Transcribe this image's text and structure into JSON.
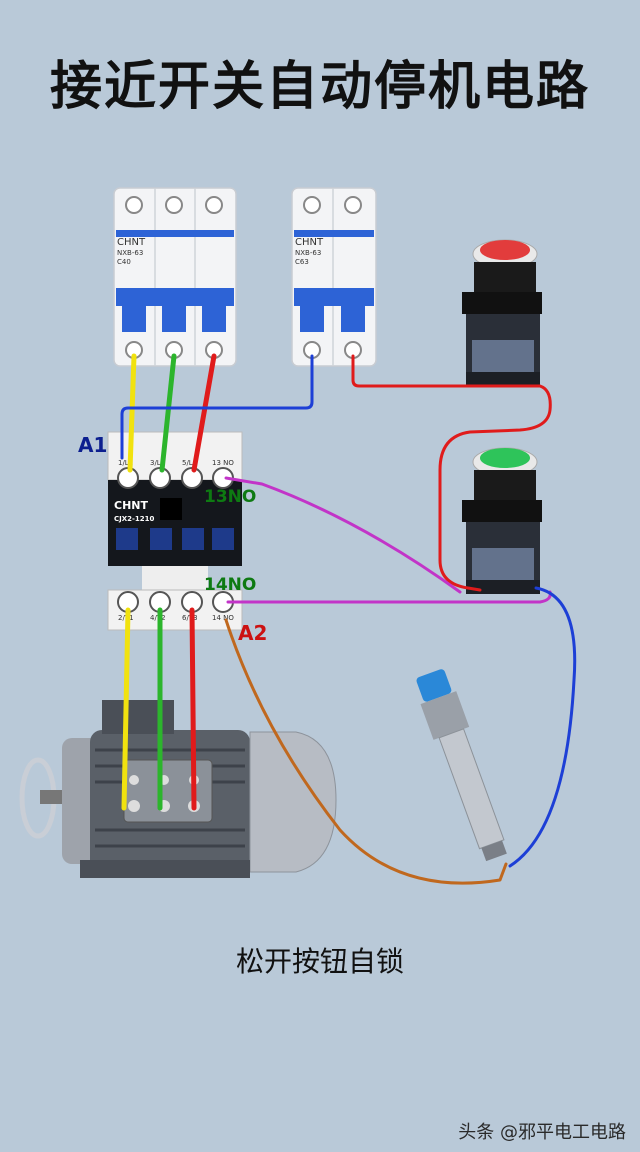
{
  "title": "接近开关自动停机电路",
  "caption": "松开按钮自锁",
  "watermark": "头条 @邪平电工电路",
  "breaker_3p": {
    "brand": "CHNT",
    "model": "NXB-63",
    "rating": "C40"
  },
  "breaker_2p": {
    "brand": "CHNT",
    "model": "NXB-63",
    "rating": "C63"
  },
  "contactor": {
    "brand": "CHNT",
    "model": "CJX2-1210",
    "top_terminals": [
      "1/L1",
      "3/L2",
      "5/L3",
      "13 NO"
    ],
    "bottom_terminals": [
      "2/T1",
      "4/T2",
      "6/T3",
      "14 NO"
    ]
  },
  "labels": {
    "a1": "A1",
    "a2": "A2",
    "no13": "13NO",
    "no14": "14NO"
  },
  "colors": {
    "background": "#b9c9d8",
    "wire_yellow": "#f1e20f",
    "wire_green": "#2cb52c",
    "wire_red": "#e01b1b",
    "wire_blue": "#1d3fd6",
    "wire_purple": "#c234c8",
    "wire_brown": "#c0681e",
    "breaker_blue": "#2d63d6",
    "stop_button": "#e23c3c",
    "start_button": "#2ec45a"
  }
}
